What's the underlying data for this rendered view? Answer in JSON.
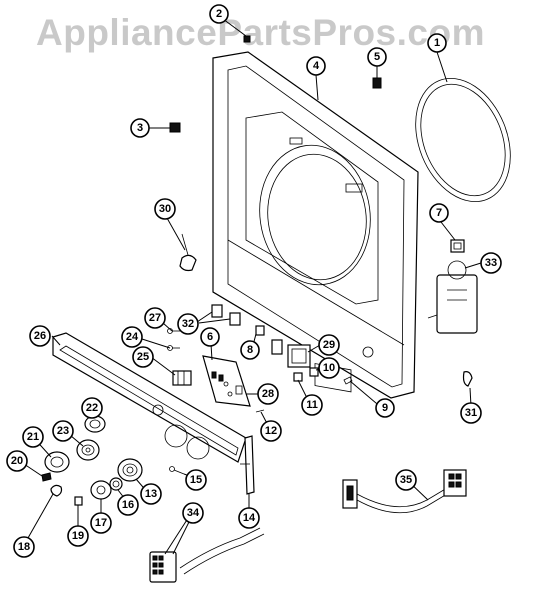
{
  "watermark": "AppliancePartsPros.com",
  "callouts": [
    {
      "id": "2",
      "label": "2"
    },
    {
      "id": "1",
      "label": "1"
    },
    {
      "id": "4",
      "label": "4"
    },
    {
      "id": "5",
      "label": "5"
    },
    {
      "id": "3",
      "label": "3"
    },
    {
      "id": "30",
      "label": "30"
    },
    {
      "id": "7",
      "label": "7"
    },
    {
      "id": "33",
      "label": "33"
    },
    {
      "id": "27",
      "label": "27"
    },
    {
      "id": "32",
      "label": "32"
    },
    {
      "id": "26",
      "label": "26"
    },
    {
      "id": "24",
      "label": "24"
    },
    {
      "id": "6",
      "label": "6"
    },
    {
      "id": "8",
      "label": "8"
    },
    {
      "id": "25",
      "label": "25"
    },
    {
      "id": "29",
      "label": "29"
    },
    {
      "id": "10",
      "label": "10"
    },
    {
      "id": "11",
      "label": "11"
    },
    {
      "id": "9",
      "label": "9"
    },
    {
      "id": "28",
      "label": "28"
    },
    {
      "id": "31",
      "label": "31"
    },
    {
      "id": "22",
      "label": "22"
    },
    {
      "id": "12",
      "label": "12"
    },
    {
      "id": "21",
      "label": "21"
    },
    {
      "id": "23",
      "label": "23"
    },
    {
      "id": "20",
      "label": "20"
    },
    {
      "id": "15",
      "label": "15"
    },
    {
      "id": "13",
      "label": "13"
    },
    {
      "id": "16",
      "label": "16"
    },
    {
      "id": "17",
      "label": "17"
    },
    {
      "id": "35",
      "label": "35"
    },
    {
      "id": "14",
      "label": "14"
    },
    {
      "id": "34",
      "label": "34"
    },
    {
      "id": "18",
      "label": "18"
    },
    {
      "id": "19",
      "label": "19"
    }
  ]
}
